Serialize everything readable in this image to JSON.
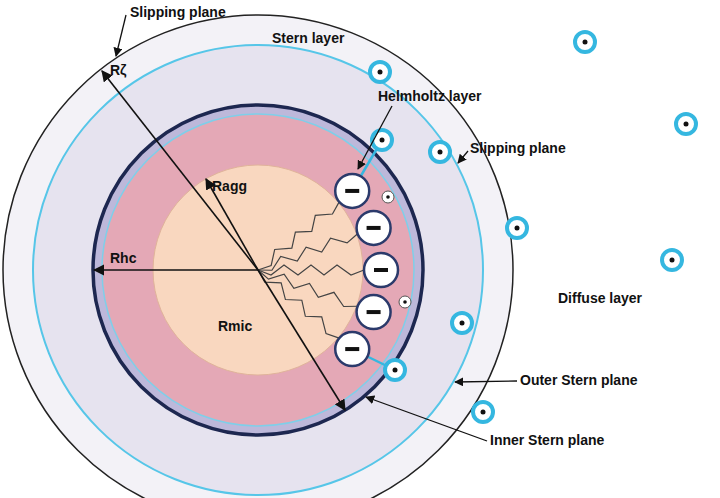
{
  "diagram": {
    "labels": [
      "Slipping plane",
      "Rζ",
      "Stern layer",
      "Helmholtz layer",
      "Slipping plane",
      "Ragg",
      "Rhc",
      "Rmic",
      "Diffuse layer",
      "Outer Stern plane",
      "Inner Stern plane"
    ]
  }
}
